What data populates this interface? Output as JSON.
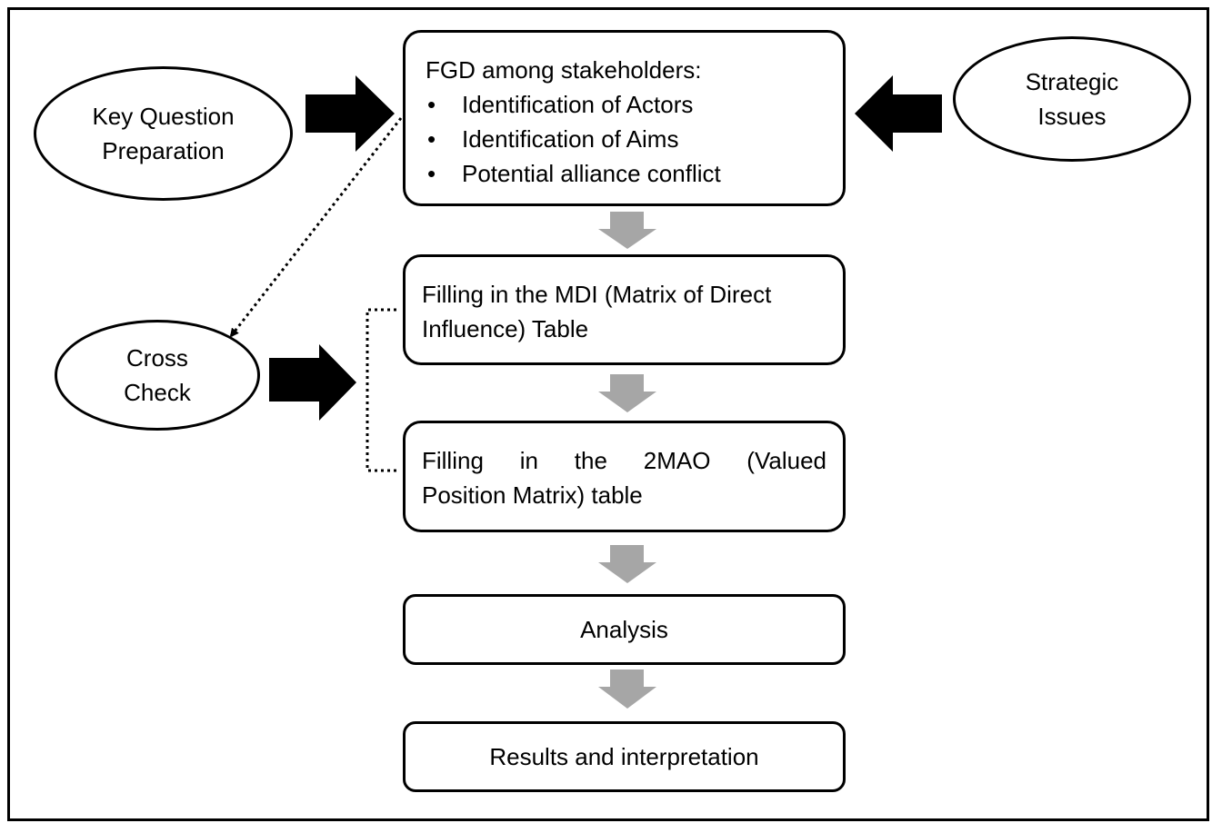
{
  "diagram": {
    "nodes": {
      "key_question": {
        "lines": [
          "Key Question",
          "Preparation"
        ]
      },
      "strategic_issues": {
        "lines": [
          "Strategic",
          "Issues"
        ]
      },
      "cross_check": {
        "lines": [
          "Cross",
          "Check"
        ]
      },
      "fgd": {
        "title": "FGD among stakeholders:",
        "bullets": [
          "Identification of Actors",
          "Identification of Aims",
          "Potential alliance conflict"
        ]
      },
      "mdi": {
        "lines": [
          "Filling in the MDI (Matrix of Direct",
          "Influence) Table"
        ]
      },
      "mao": {
        "lines": [
          "Filling in the 2MAO (Valued",
          "Position Matrix) table"
        ]
      },
      "analysis": {
        "label": "Analysis"
      },
      "results": {
        "label": "Results and interpretation"
      }
    },
    "colors": {
      "stroke": "#000000",
      "flow_arrow": "#a6a6a6",
      "input_arrow": "#000000",
      "background": "#ffffff"
    }
  }
}
